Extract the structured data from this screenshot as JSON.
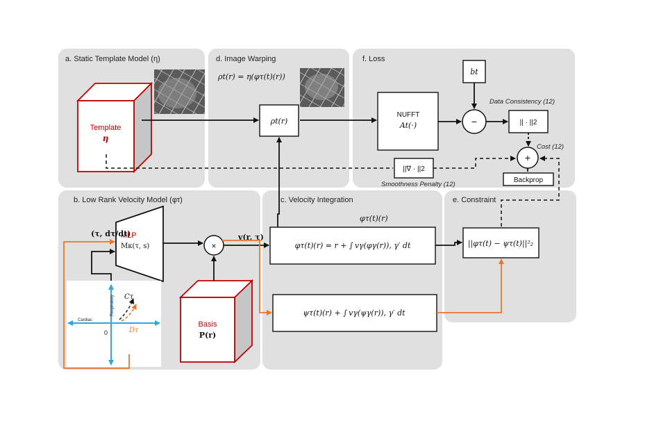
{
  "panels": {
    "a": "a. Static Template Model (η)",
    "b": "b. Low Rank Velocity Model  (φτ)",
    "c": "c. Velocity Integration",
    "d": "d. Image Warping",
    "e": "e. Constraint",
    "f": "f. Loss"
  },
  "template": {
    "label": "Template",
    "symbol": "η"
  },
  "basis": {
    "label": "Basis",
    "symbol": "P(r)"
  },
  "mlp": {
    "label": "MLP",
    "symbol": "Mκ(τ, s)"
  },
  "warp_eq": "ρt(r) = η(φτ(t)(r))",
  "rho_box": "ρt(r)",
  "nufft": {
    "label": "NUFFT",
    "op": "At(·)"
  },
  "bt": "bt",
  "minus": "−",
  "plus": "+",
  "times": "×",
  "l2norm": "|| · ||2",
  "data_consistency": "Data Consistency (12)",
  "cost": "Cost (12)",
  "backprop": "Backprop",
  "grad_norm": "||∇ · ||2",
  "smoothness": "Smoothness Penalty (12)",
  "phi_label": "φτ(t)(r)",
  "v_label": "v(r, τ)",
  "input_label": "(τ, dτ/dt)",
  "phi_eq": "φτ(t)(r) = r + ∫ vγ(φγ(r)), γ′ dt",
  "psi_eq": "ψτ(t)(r) + ∫ vγ(ψγ(r)), γ′ dt",
  "constraint_eq": "||φτ(t) − ψτ(t)||²₂",
  "axes": {
    "respiratory": "Respiratory",
    "cardiac": "Cardiac",
    "origin": "0",
    "c_tau": "Cτ",
    "d_tau": "Dτ"
  }
}
